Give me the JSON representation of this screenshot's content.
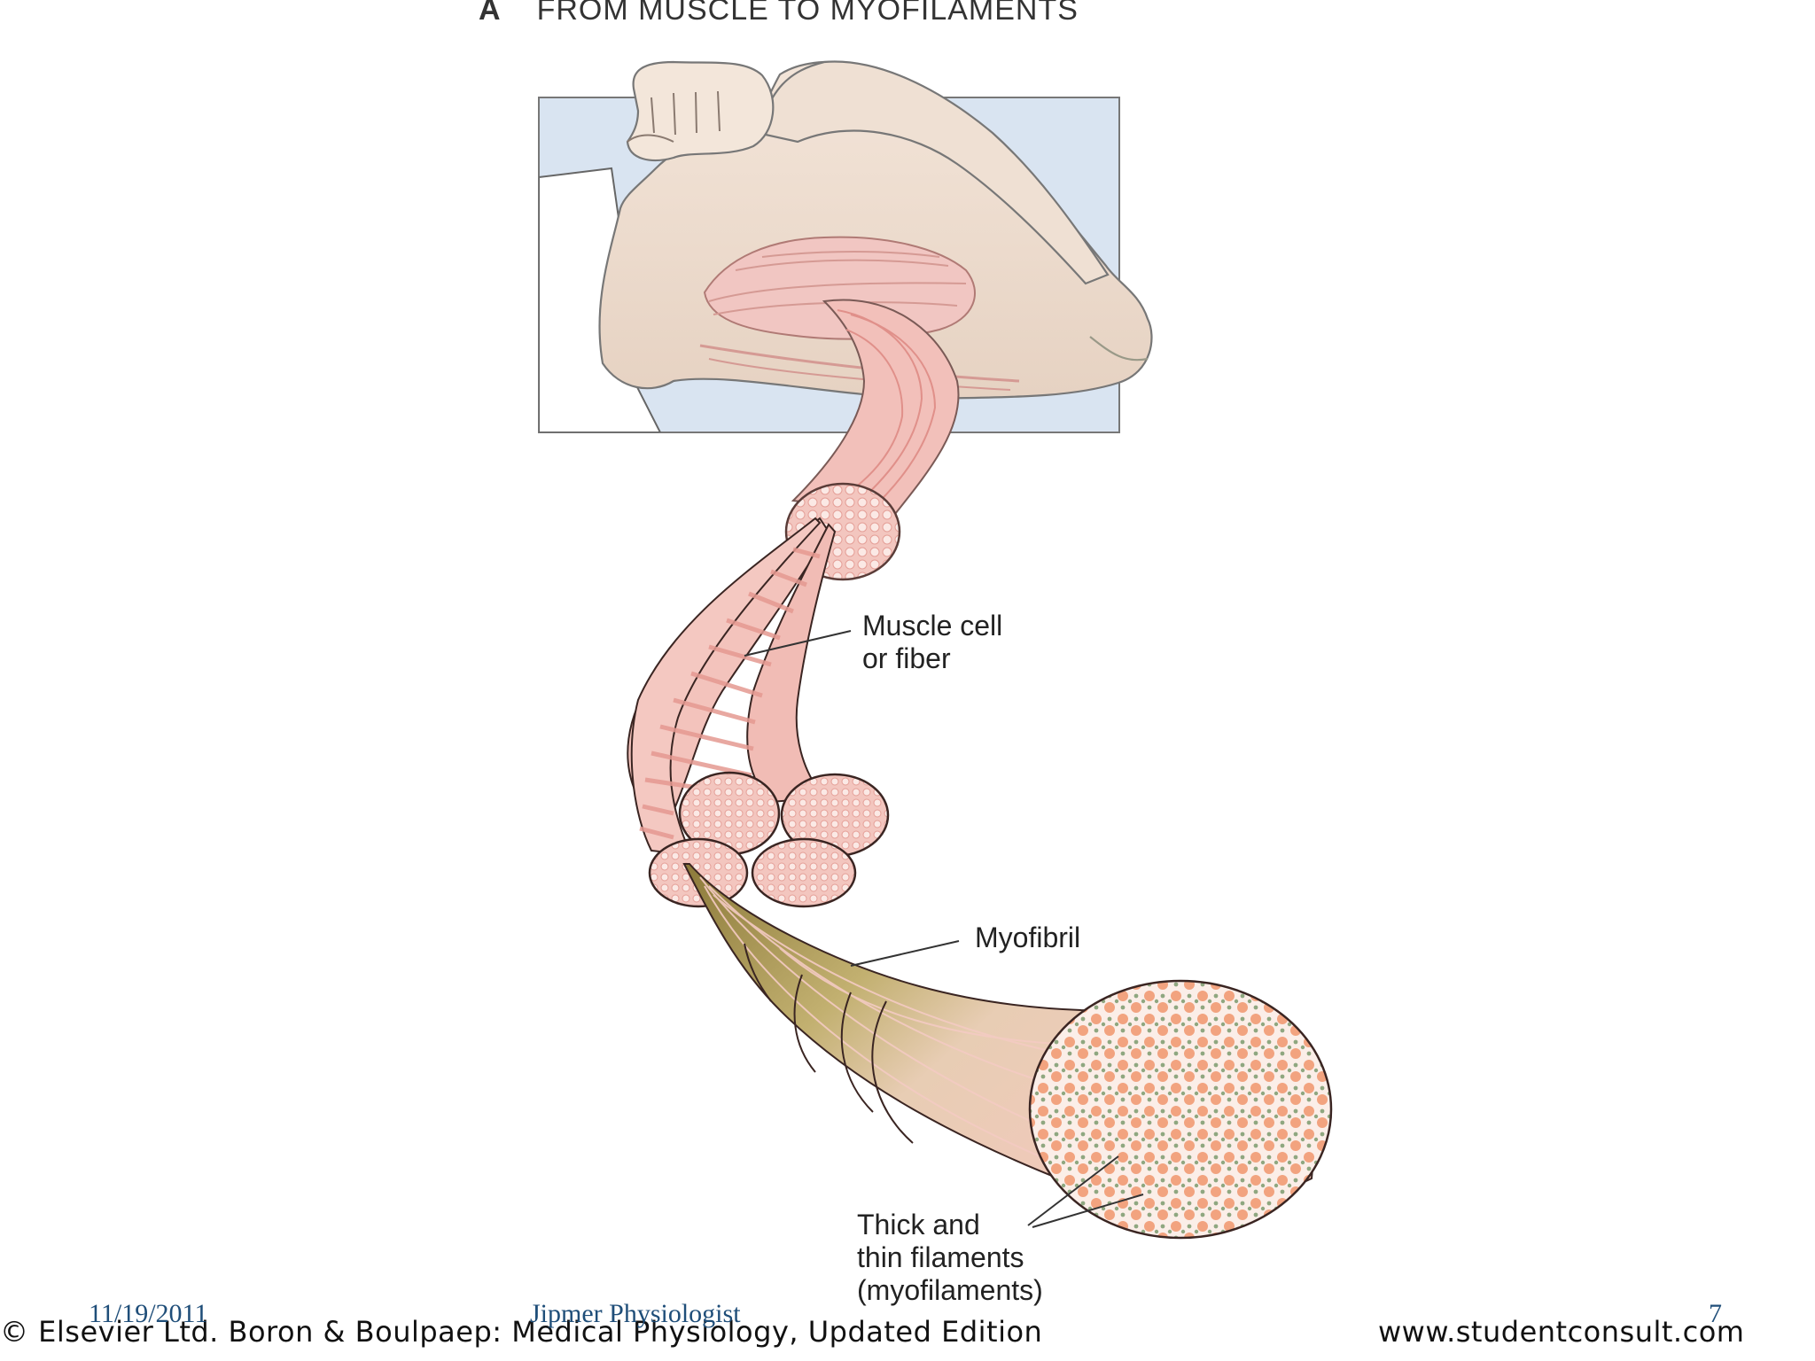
{
  "figure": {
    "panel_letter": "A",
    "title": "FROM MUSCLE TO MYOFILAMENTS"
  },
  "labels": {
    "muscle_cell_line1": "Muscle cell",
    "muscle_cell_line2": "or fiber",
    "myofibril": "Myofibril",
    "filaments_line1": "Thick and",
    "filaments_line2": "thin filaments",
    "filaments_line3": "(myofilaments)"
  },
  "footer": {
    "credit": "© Elsevier Ltd. Boron & Boulpaep: Medical Physiology, Updated Edition",
    "url": "www.studentconsult.com"
  },
  "slide": {
    "date": "11/19/2011",
    "author": "Jipmer Physiologist",
    "page_number": "7"
  },
  "colors": {
    "skin": "#efdfd2",
    "background_box": "#d8e3f0",
    "muscle": "#f2c2bd",
    "muscle_stripe": "#e3948c",
    "myofibril_dark": "#b19c58",
    "thick_filament": "#f0a07c",
    "thin_filament": "#8aa27c"
  }
}
